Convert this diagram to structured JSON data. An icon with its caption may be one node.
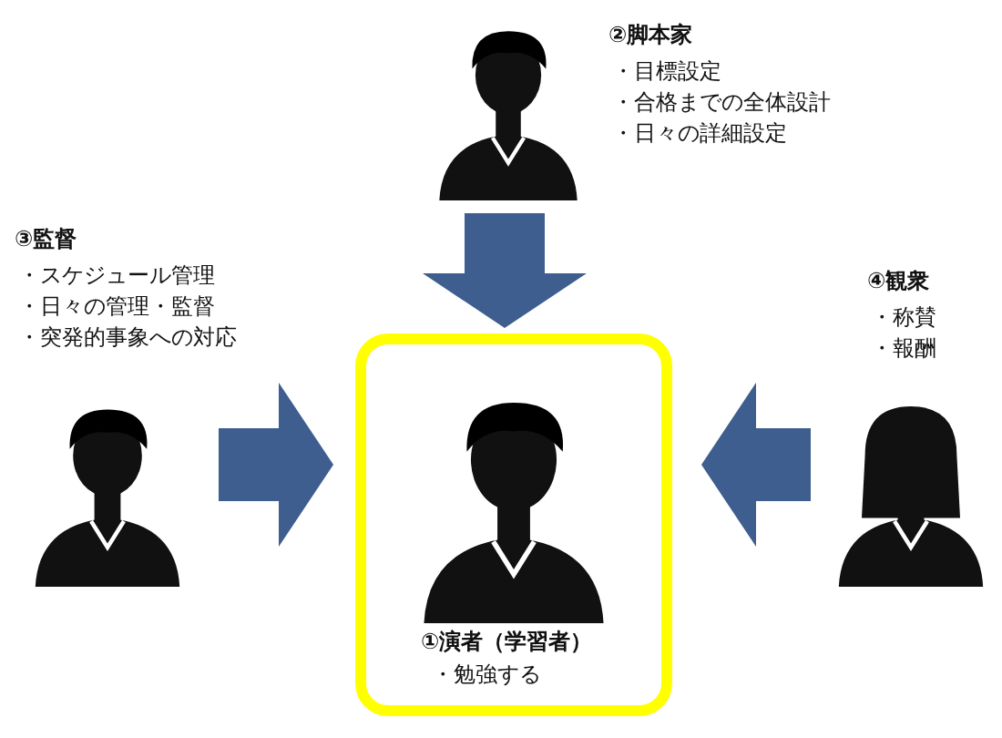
{
  "diagram": {
    "nodes": [
      {
        "text": [
          "①演者（学習者）",
          "・勉強する"
        ]
      },
      {
        "text": [],
        "shape": "person",
        "beside": [
          "②脚本家",
          "・目標設定",
          "・合格までの全体設計",
          "・日々の詳細設定"
        ]
      },
      {
        "text": [],
        "shape": "person",
        "beside": [
          "③監督",
          "・スケジュール管理",
          "・日々の管理・監督",
          "・突発的事象への対応"
        ]
      },
      {
        "text": [],
        "shape": "person",
        "beside": [
          "④観衆",
          "・称賛",
          "・報酬"
        ]
      }
    ],
    "edges": [
      {
        "from": 1,
        "to": 0,
        "arrow": "to"
      },
      {
        "from": 2,
        "to": 0,
        "arrow": "to"
      },
      {
        "from": 3,
        "to": 0,
        "arrow": "to"
      }
    ]
  }
}
